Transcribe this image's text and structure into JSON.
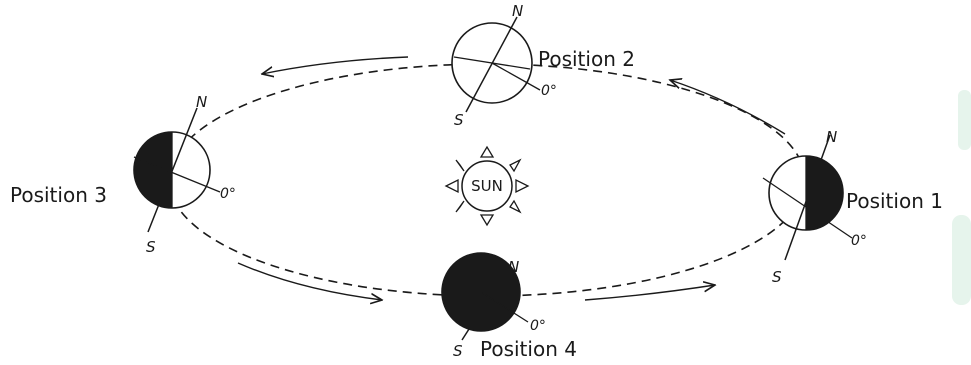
{
  "colors": {
    "ink": "#1a1a1a",
    "paper": "#ffffff",
    "accent": "#e6f4ec"
  },
  "sun": {
    "label": "SUN"
  },
  "positions": [
    {
      "id": "1",
      "label": "Position 1",
      "north": "N",
      "south": "S",
      "degree": "0°"
    },
    {
      "id": "2",
      "label": "Position 2",
      "north": "N",
      "south": "S",
      "degree": "0°"
    },
    {
      "id": "3",
      "label": "Position 3",
      "north": "N",
      "south": "S",
      "degree": "0°"
    },
    {
      "id": "4",
      "label": "Position 4",
      "north": "N",
      "south": "S",
      "degree": "0°"
    }
  ]
}
